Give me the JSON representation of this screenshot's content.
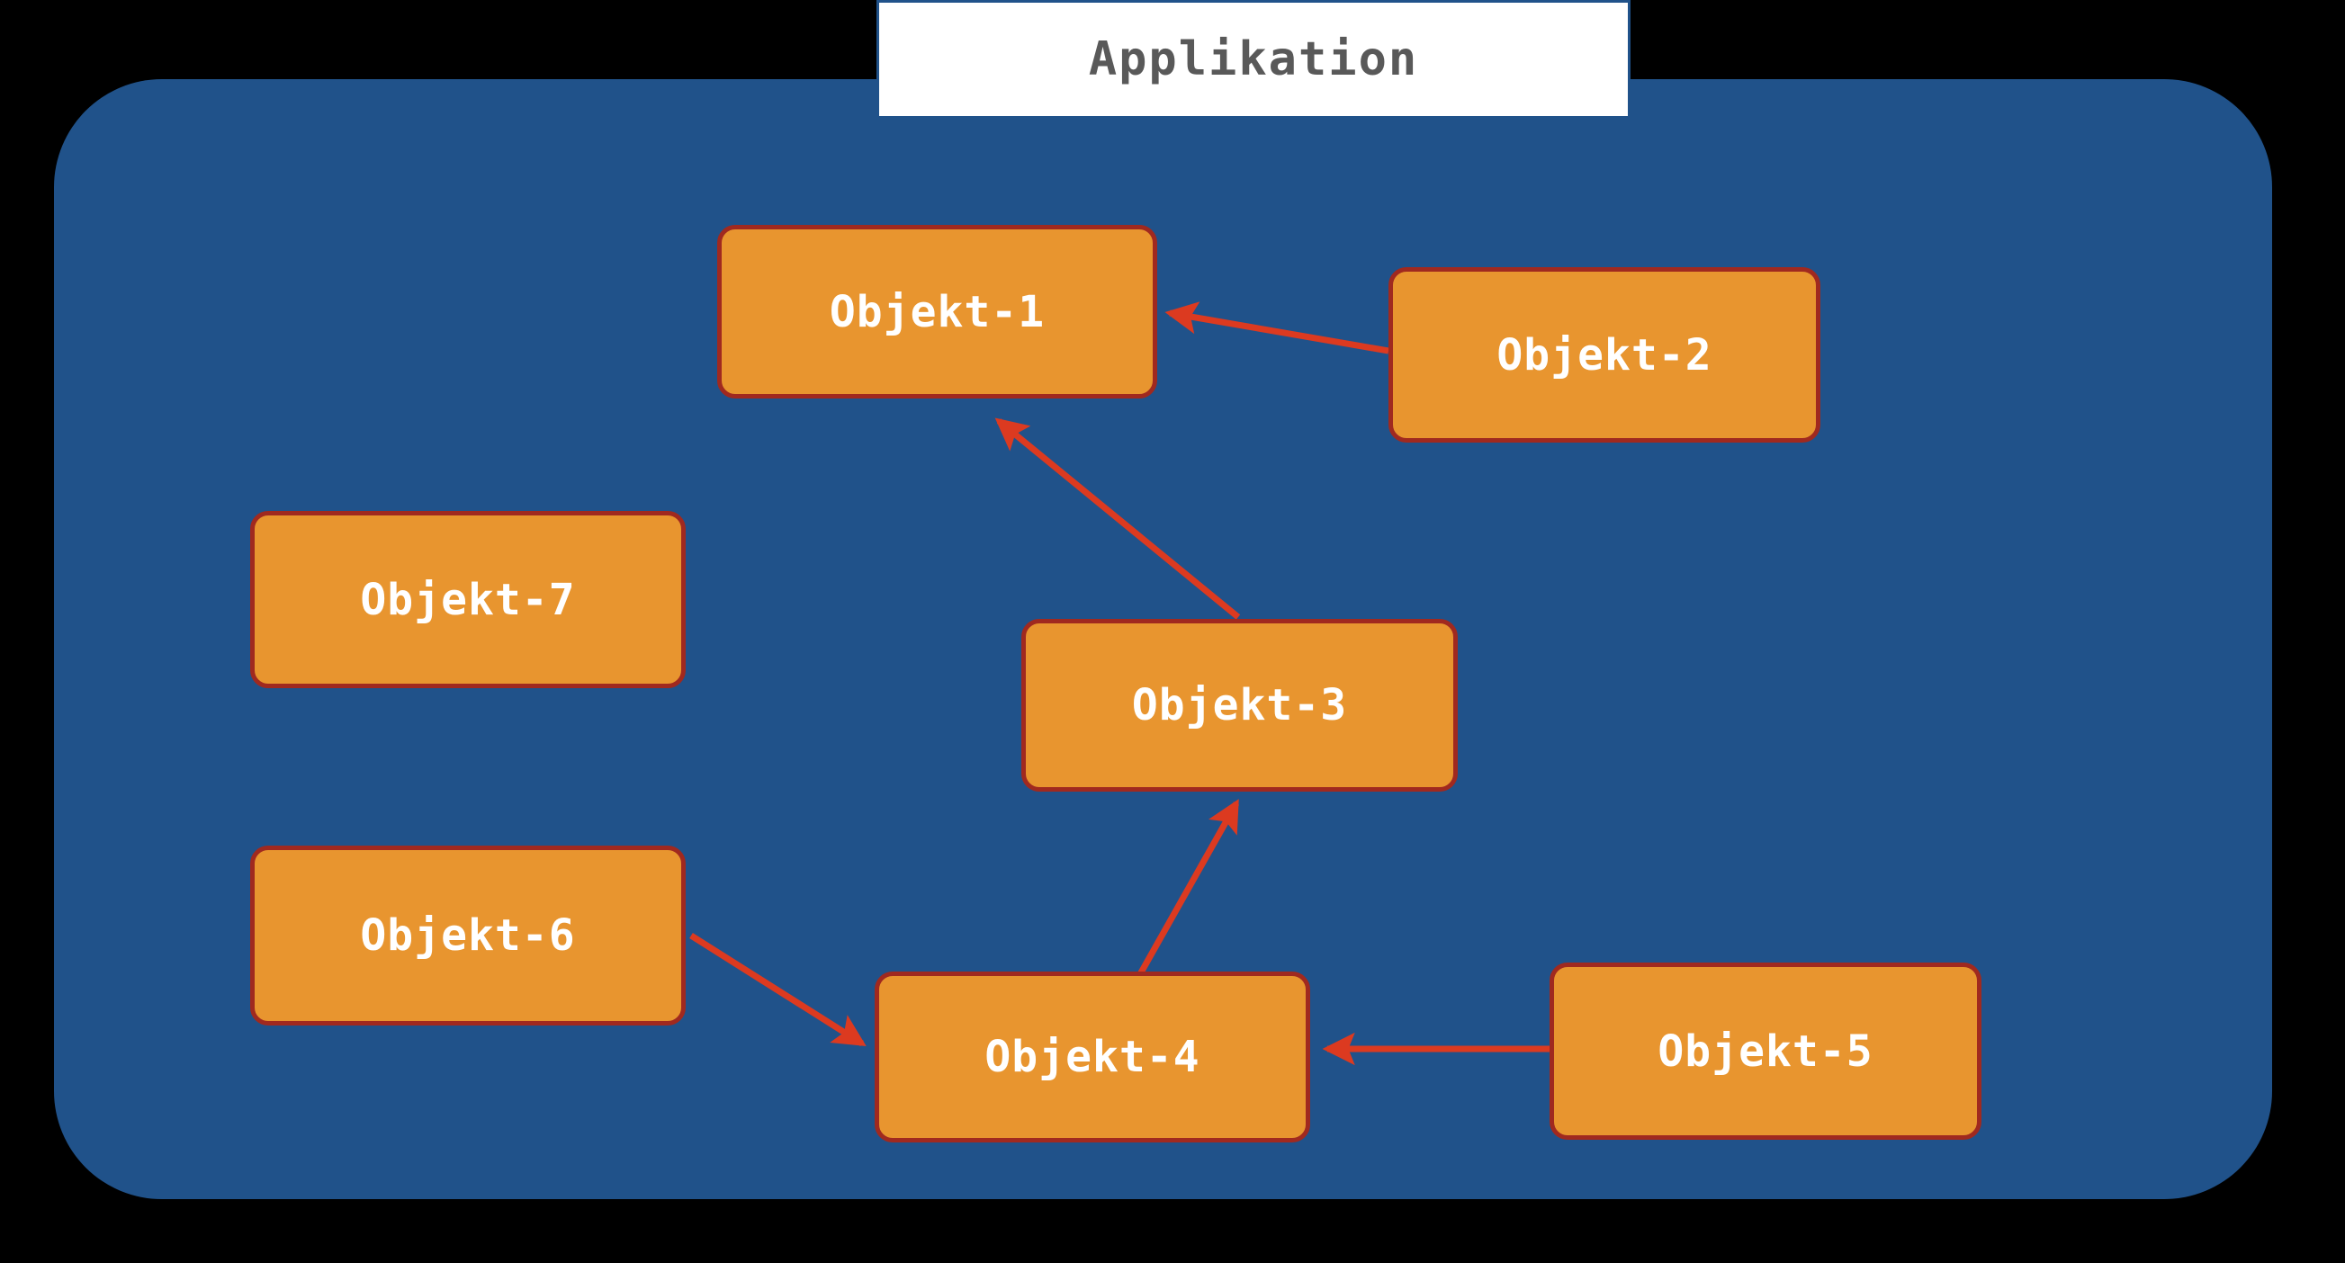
{
  "diagram": {
    "title": "Applikation",
    "title_color": "#595959",
    "container_color": "#20528A",
    "page_background": "#000000",
    "node_fill": "#E8952F",
    "node_border": "#A0291F",
    "node_text_color": "#FFFFFF",
    "arrow_color": "#DC3A20",
    "nodes": [
      {
        "id": "objekt-1",
        "label": "Objekt-1"
      },
      {
        "id": "objekt-2",
        "label": "Objekt-2"
      },
      {
        "id": "objekt-3",
        "label": "Objekt-3"
      },
      {
        "id": "objekt-4",
        "label": "Objekt-4"
      },
      {
        "id": "objekt-5",
        "label": "Objekt-5"
      },
      {
        "id": "objekt-6",
        "label": "Objekt-6"
      },
      {
        "id": "objekt-7",
        "label": "Objekt-7"
      }
    ],
    "edges": [
      {
        "id": "edge-objekt-2-to-objekt-1",
        "from": "Objekt-2",
        "to": "Objekt-1",
        "direction": "right-to-left"
      },
      {
        "id": "edge-objekt-3-to-objekt-1",
        "from": "Objekt-3",
        "to": "Objekt-1",
        "direction": "up-left"
      },
      {
        "id": "edge-objekt-4-to-objekt-3",
        "from": "Objekt-4",
        "to": "Objekt-3",
        "direction": "up-right"
      },
      {
        "id": "edge-objekt-5-to-objekt-4",
        "from": "Objekt-5",
        "to": "Objekt-4",
        "direction": "right-to-left"
      },
      {
        "id": "edge-objekt-6-to-objekt-4",
        "from": "Objekt-6",
        "to": "Objekt-4",
        "direction": "down-right"
      }
    ]
  }
}
